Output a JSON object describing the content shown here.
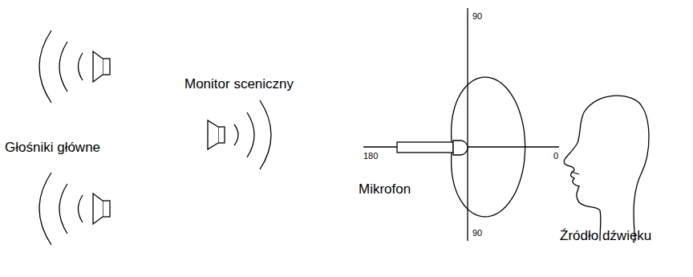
{
  "diagram": {
    "labels": [
      "Głośniki główne",
      "Monitor sceniczny",
      "Mikrofon",
      "Źródło dźwięku",
      "90",
      "180",
      "0",
      "90"
    ]
  }
}
